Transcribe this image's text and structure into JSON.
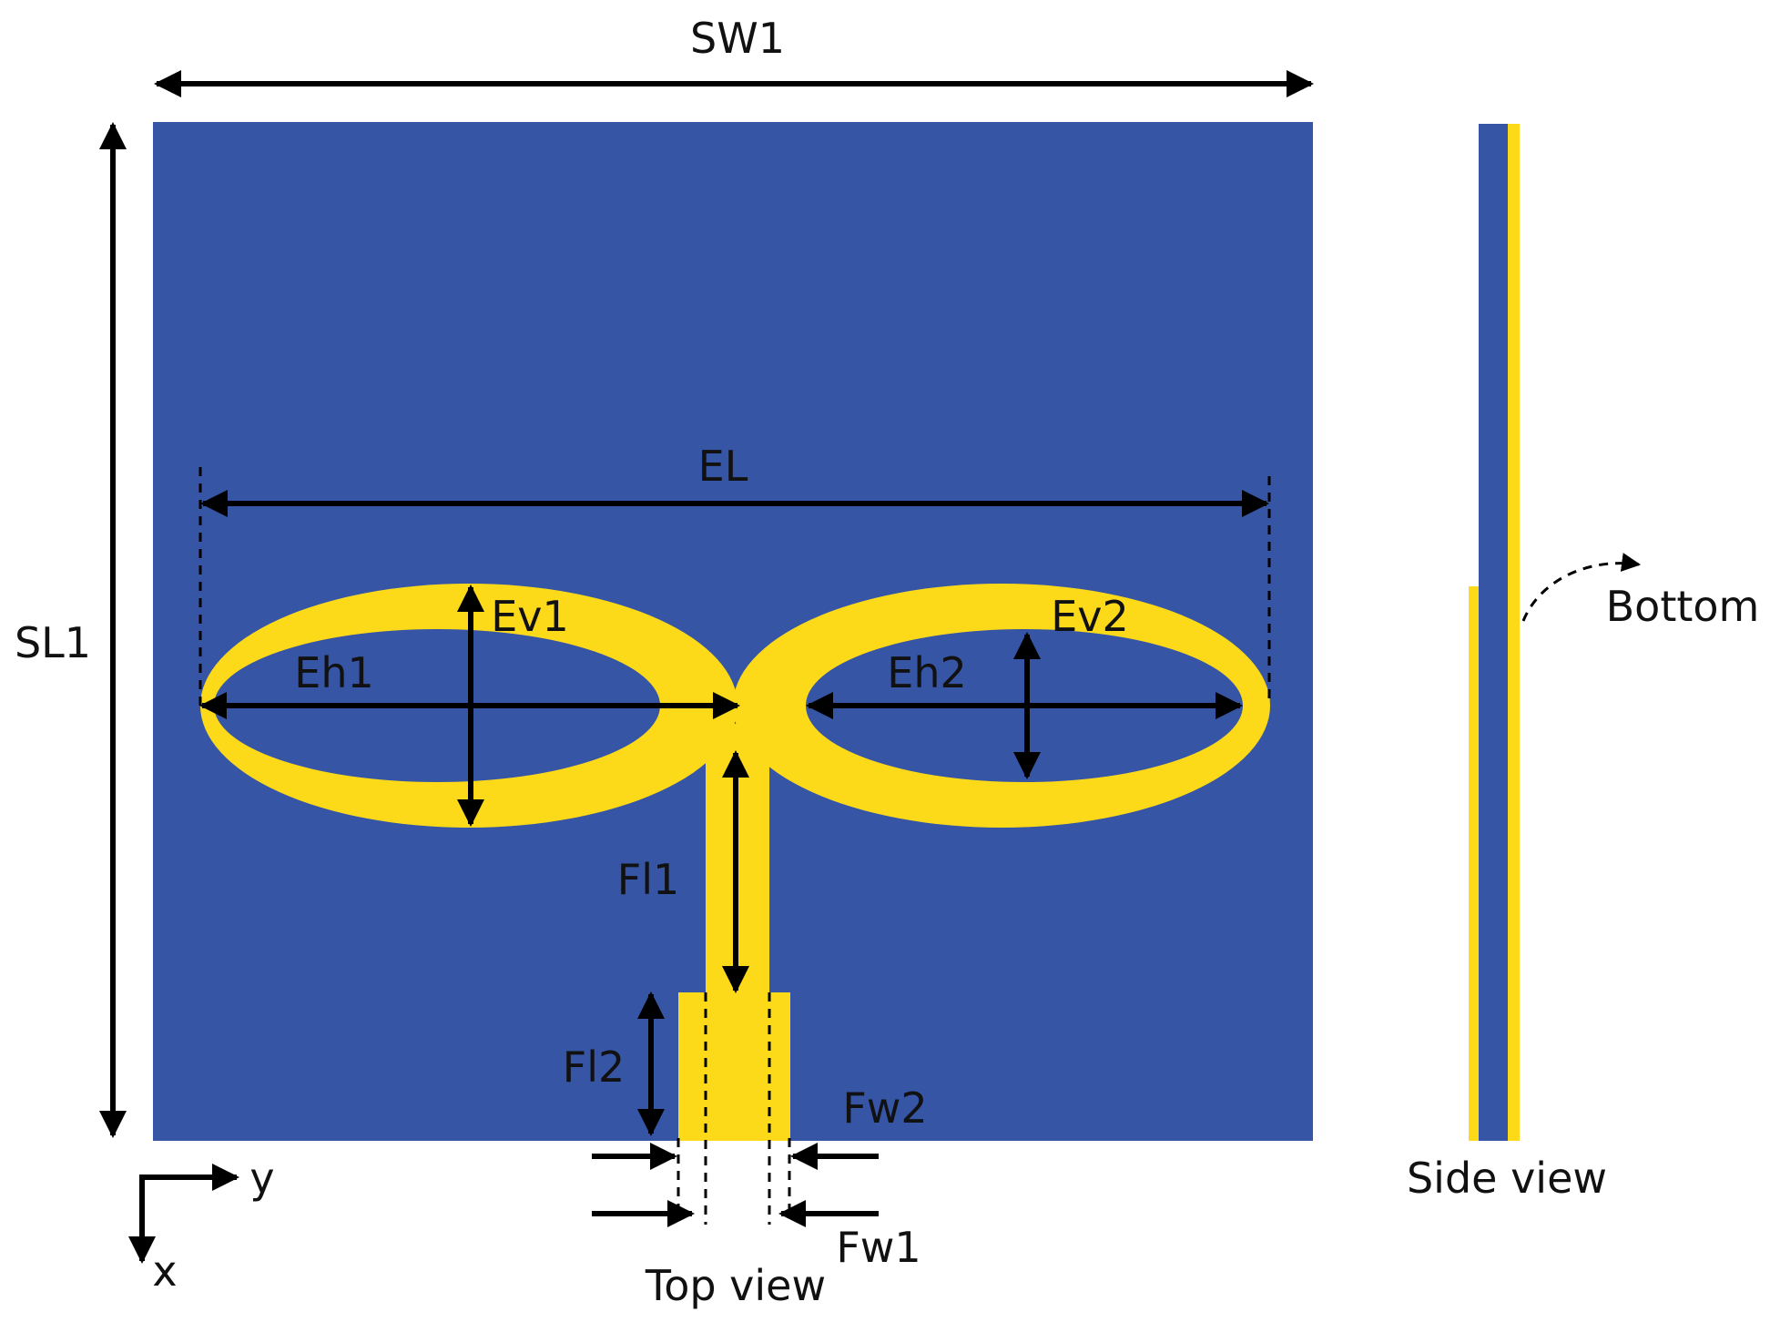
{
  "colors": {
    "substrate": "#3655A5",
    "metal": "#FCDA1A",
    "annotation": "#000000",
    "background": "#FFFFFF"
  },
  "labels": {
    "sw1": "SW1",
    "sl1": "SL1",
    "el": "EL",
    "ev1": "Ev1",
    "ev2": "Ev2",
    "eh1": "Eh1",
    "eh2": "Eh2",
    "fl1": "Fl1",
    "fl2": "Fl2",
    "fw1": "Fw1",
    "fw2": "Fw2",
    "axis_y": "y",
    "axis_x": "x",
    "top_view": "Top view",
    "side_view": "Side view",
    "bottom": "Bottom"
  }
}
